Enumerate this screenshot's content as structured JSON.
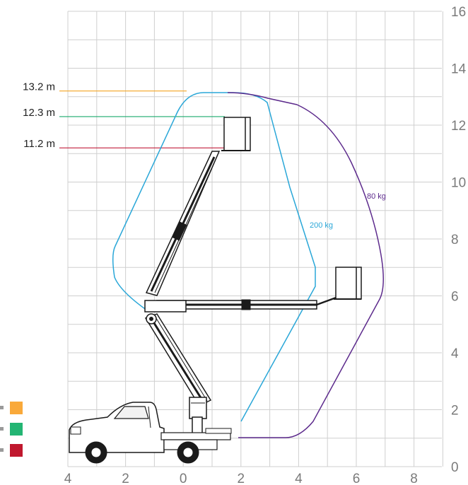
{
  "axes": {
    "y_ticks": [
      "0",
      "2",
      "4",
      "6",
      "8",
      "10",
      "12",
      "14",
      "16"
    ],
    "x_ticks": [
      "4",
      "2",
      "0",
      "2",
      "4",
      "6",
      "8"
    ]
  },
  "height_markers": [
    {
      "label": "13.2 m",
      "value": 13.2,
      "color": "#f5a623"
    },
    {
      "label": "12.3 m",
      "value": 12.3,
      "color": "#1aab6c"
    },
    {
      "label": "11.2 m",
      "value": 11.2,
      "color": "#c01c3a"
    }
  ],
  "envelopes": [
    {
      "label": "200 kg",
      "color": "#2aa7d8"
    },
    {
      "label": "80 kg",
      "color": "#5c2a8c"
    }
  ],
  "legend_swatches": [
    {
      "color": "#f9a93a"
    },
    {
      "color": "#23b573"
    },
    {
      "color": "#c0182e"
    }
  ],
  "colors": {
    "grid": "#cfcfcf",
    "machine": "#1a1a1a"
  }
}
